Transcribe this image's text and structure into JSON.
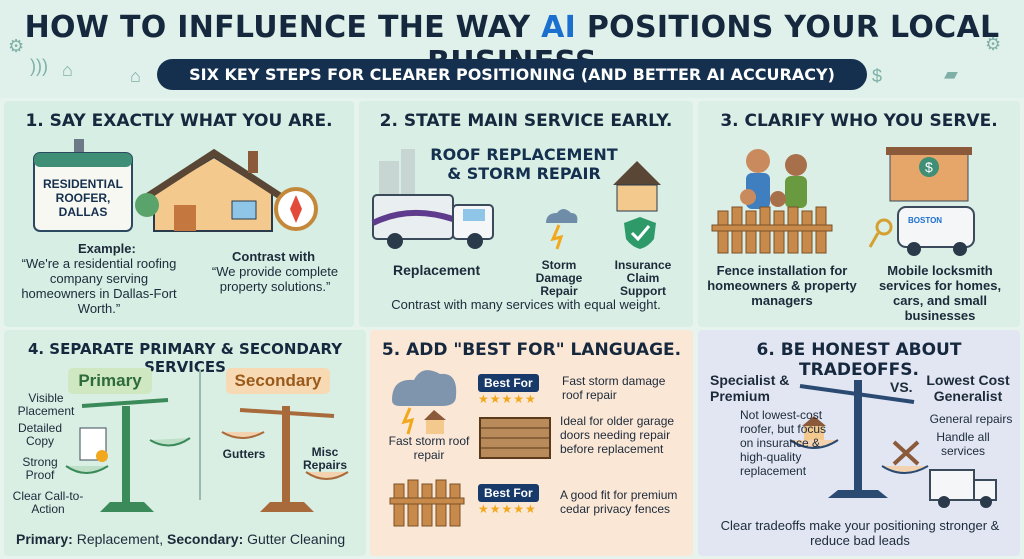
{
  "header": {
    "title_pre": "HOW TO INFLUENCE THE WAY ",
    "title_ai": "AI",
    "title_post": " POSITIONS YOUR LOCAL BUSINESS",
    "subtitle": "SIX KEY STEPS FOR CLEARER POSITIONING (AND BETTER AI ACCURACY)"
  },
  "p1": {
    "title": "1. SAY EXACTLY WHAT YOU ARE.",
    "sign": "RESIDENTIAL ROOFER, DALLAS",
    "example_label": "Example:",
    "example_text": "“We're a residential roofing company serving homeowners in Dallas-Fort Worth.”",
    "contrast_label": "Contrast with",
    "contrast_text": "“We provide complete property solutions.”"
  },
  "p2": {
    "title": "2. STATE MAIN SERVICE EARLY.",
    "headline": "ROOF REPLACEMENT & STORM REPAIR",
    "label_replacement": "Replacement",
    "label_storm": "Storm Damage Repair",
    "label_insurance": "Insurance Claim Support",
    "contrast": "Contrast with many services with equal weight."
  },
  "p3": {
    "title": "3. CLARIFY WHO YOU SERVE.",
    "fence_text": "Fence installation for homeowners & property managers",
    "lock_text": "Mobile locksmith services for homes, cars, and small businesses",
    "van_label": "BOSTON"
  },
  "p4": {
    "title": "4. SEPARATE PRIMARY & SECONDARY SERVICES",
    "primary": "Primary",
    "secondary": "Secondary",
    "items": [
      "Visible Placement",
      "Detailed Copy",
      "Strong Proof",
      "Clear Call-to-Action"
    ],
    "gutters": "Gutters",
    "misc": "Misc Repairs",
    "footer_primary_label": "Primary:",
    "footer_primary_value": " Replacement, ",
    "footer_secondary_label": "Secondary:",
    "footer_secondary_value": " Gutter Cleaning"
  },
  "p5": {
    "title": "5. ADD \"BEST FOR\" LANGUAGE.",
    "badge": "Best For",
    "stars": "★★★★★",
    "left_caption": "Fast storm roof repair",
    "line1": "Fast storm damage roof repair",
    "line2": "Ideal for older garage doors needing repair before replacement",
    "line3": "A good fit for premium cedar privacy fences"
  },
  "p6": {
    "title": "6. BE HONEST ABOUT TRADEOFFS.",
    "left_head": "Specialist & Premium",
    "left_text": "Not lowest-cost roofer, but focus on insurance & high-quality replacement",
    "vs": "VS.",
    "right_head": "Lowest Cost Generalist",
    "right_1": "General repairs",
    "right_2": "Handle all services",
    "footer": "Clear tradeoffs make your positioning stronger & reduce bad leads"
  },
  "colors": {
    "navy": "#15304f",
    "accent_blue": "#1b6fcf",
    "primary_green": "#2e8a5a",
    "secondary_orange": "#c8742c",
    "star_gold": "#f2a81d"
  }
}
